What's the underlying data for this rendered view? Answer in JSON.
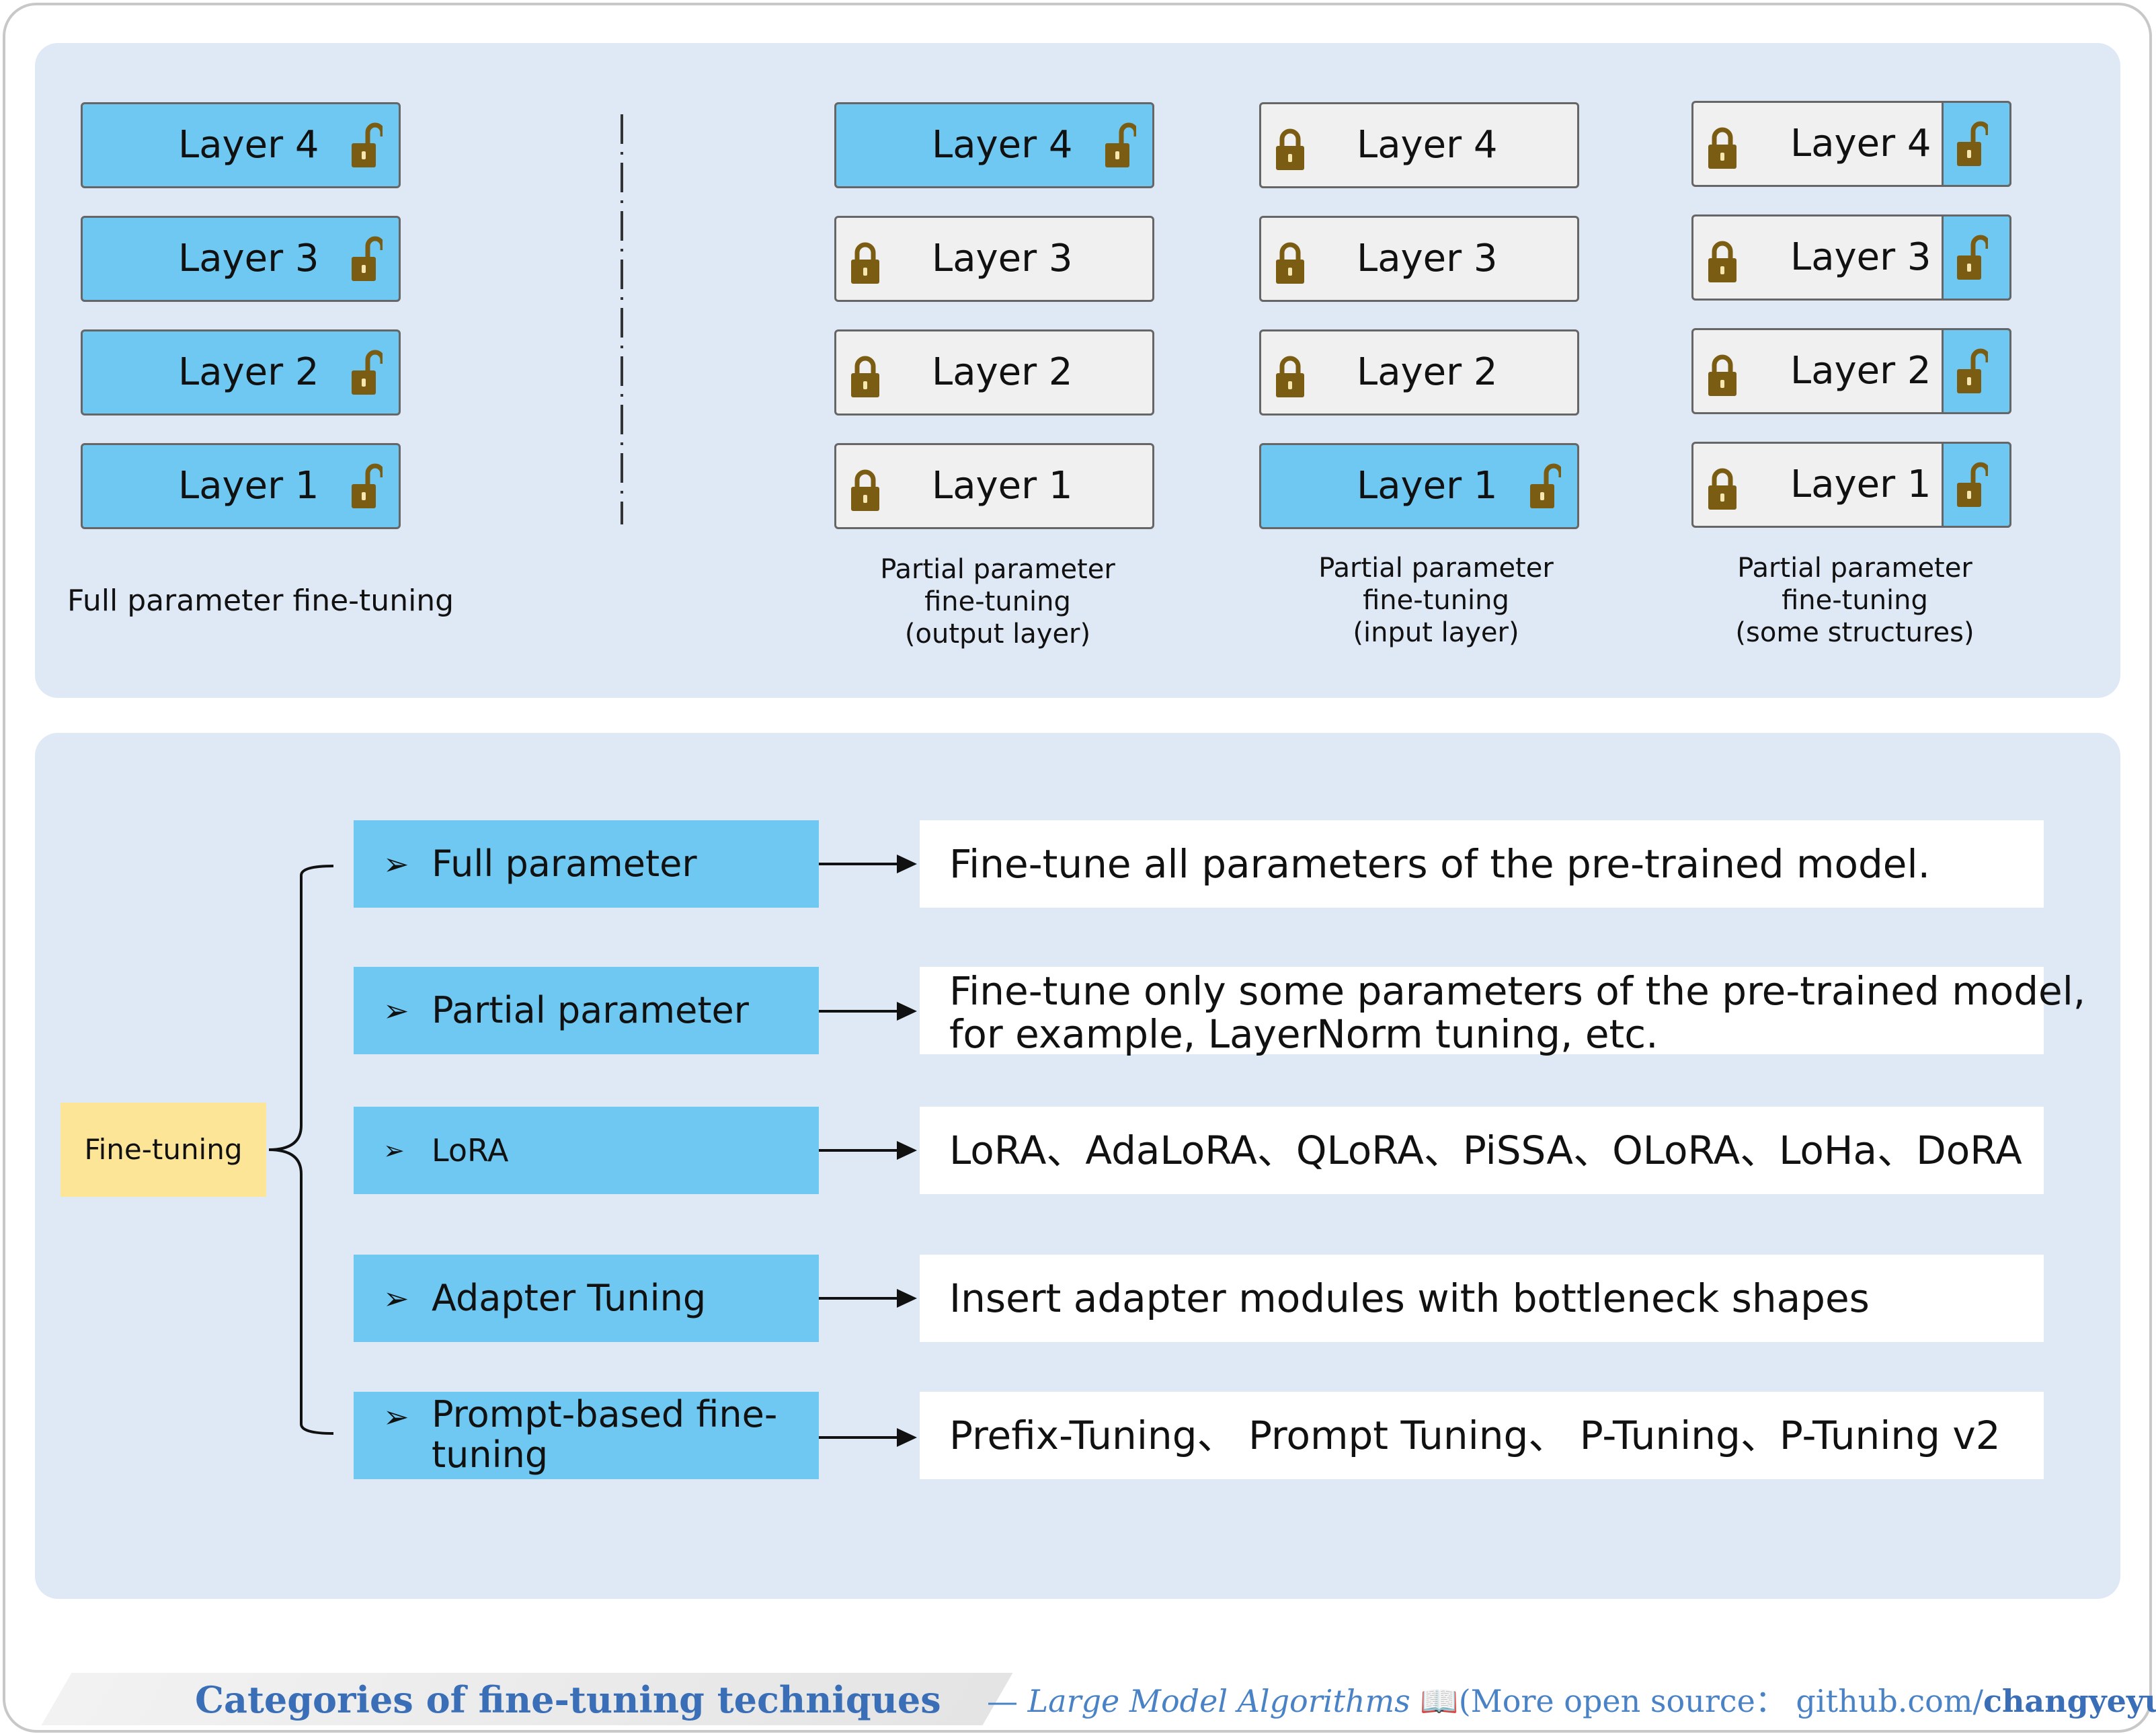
{
  "top": {
    "full": {
      "layers": [
        "Layer 4",
        "Layer 3",
        "Layer 2",
        "Layer 1"
      ],
      "caption": "Full parameter fine-tuning"
    },
    "output": {
      "layers": [
        "Layer 4",
        "Layer 3",
        "Layer 2",
        "Layer 1"
      ],
      "caption_lines": [
        "Partial parameter",
        "fine-tuning",
        "(output layer)"
      ]
    },
    "input": {
      "layers": [
        "Layer 4",
        "Layer 3",
        "Layer 2",
        "Layer 1"
      ],
      "caption_lines": [
        "Partial parameter",
        "fine-tuning",
        "(input layer)"
      ]
    },
    "structures": {
      "layers": [
        "Layer 4",
        "Layer 3",
        "Layer 2",
        "Layer 1"
      ],
      "caption_lines": [
        "Partial parameter",
        "fine-tuning",
        "(some structures)"
      ]
    }
  },
  "bottom": {
    "root": "Fine-tuning",
    "categories": [
      {
        "label": "Full parameter",
        "description": "Fine-tune all parameters of the pre-trained model."
      },
      {
        "label": "Partial parameter",
        "description_lines": [
          "Fine-tune only some parameters of the pre-trained model,",
          "for example, LayerNorm tuning, etc."
        ]
      },
      {
        "label": "LoRA",
        "description": "LoRA、AdaLoRA、QLoRA、PiSSA、OLoRA、LoHa、DoRA"
      },
      {
        "label": "Adapter Tuning",
        "description": "Insert adapter modules with bottleneck shapes"
      },
      {
        "label_lines": [
          "Prompt-based fine-",
          "tuning"
        ],
        "description": "Prefix-Tuning、 Prompt Tuning、 P-Tuning、P-Tuning v2"
      }
    ]
  },
  "footer": {
    "title": "Categories of fine-tuning techniques",
    "dash": "—",
    "signature": "Large Model Algorithms",
    "book_icon": "📖",
    "more": "(More open source：",
    "link_prefix": "github.com/",
    "link_user": "changyeyu",
    "close": ")"
  },
  "colors": {
    "trainable": "#6ec8f2",
    "frozen": "#f0f0f0",
    "panel": "#dfe9f5",
    "root_box": "#fde597",
    "lock": "#7a5c12",
    "footer_text": "#3a6fb7"
  },
  "icons": {
    "locked": "padlock-closed-icon",
    "unlocked": "padlock-open-icon",
    "bullet": "arrowhead-bullet-icon"
  }
}
